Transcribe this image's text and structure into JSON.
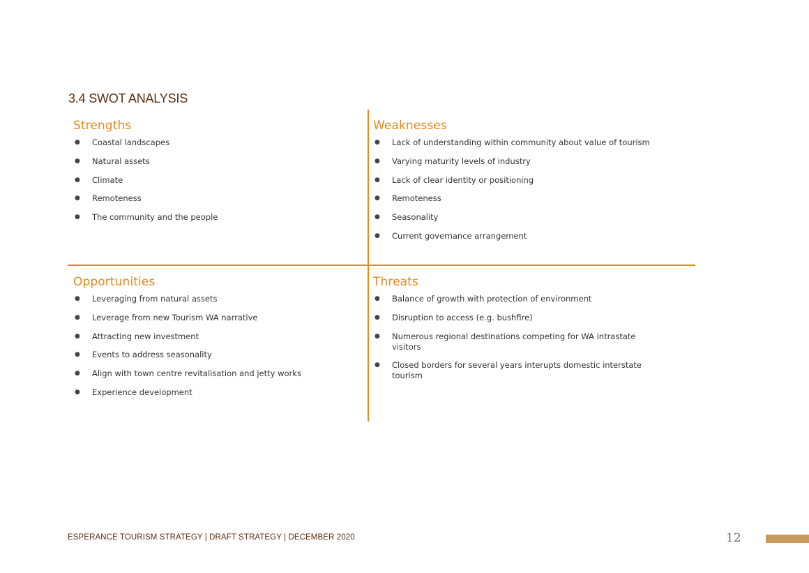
{
  "section_title": "3.4  SWOT ANALYSIS",
  "colors": {
    "accent": "#e8891c",
    "title": "#5b2e0f",
    "page_bar": "#c79a5d"
  },
  "quadrants": {
    "strengths": {
      "heading": "Strengths",
      "items": [
        "Coastal landscapes",
        "Natural assets",
        "Climate",
        "Remoteness",
        "The community and the people"
      ]
    },
    "weaknesses": {
      "heading": "Weaknesses",
      "items": [
        "Lack of understanding within community about value of tourism",
        "Varying maturity levels of industry",
        "Lack of clear identity or positioning",
        "Remoteness",
        "Seasonality",
        "Current governance arrangement"
      ]
    },
    "opportunities": {
      "heading": "Opportunities",
      "items": [
        "Leveraging from natural assets",
        "Leverage from new Tourism WA narrative",
        "Attracting new investment",
        "Events to address seasonality",
        "Align with town centre revitalisation and jetty works",
        "Experience development"
      ]
    },
    "threats": {
      "heading": "Threats",
      "items": [
        "Balance of growth with protection of environment",
        "Disruption to access (e.g. bushfire)",
        "Numerous regional destinations competing for WA intrastate visitors",
        "Closed borders for several years interupts domestic interstate tourism"
      ]
    }
  },
  "footer": {
    "text": "ESPERANCE TOURISM STRATEGY  |  DRAFT STRATEGY | DECEMBER 2020",
    "page_number": "12"
  }
}
